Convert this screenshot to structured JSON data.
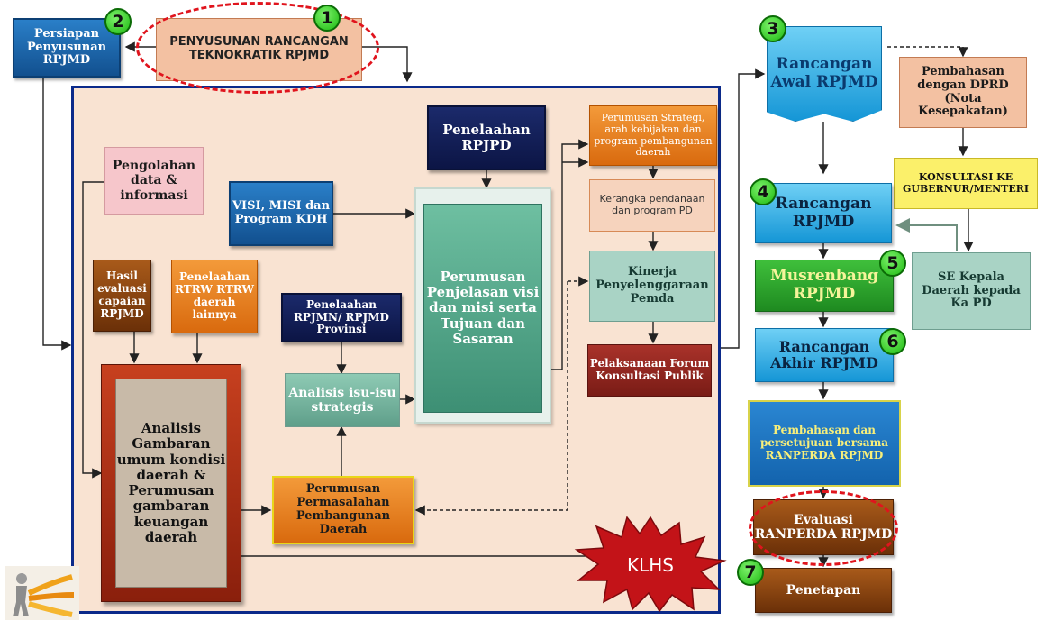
{
  "nodes": {
    "persiapan": "Persiapan Penyusunan RPJMD",
    "penyusunan": "PENYUSUNAN RANCANGAN TEKNOKRATIK RPJMD",
    "rancangan_awal": "Rancangan Awal RPJMD",
    "pembahasan_dprd": "Pembahasan dengan DPRD (Nota Kesepakatan)",
    "konsultasi": "KONSULTASI KE GUBERNUR/MENTERI",
    "rancangan": "Rancangan RPJMD",
    "se_kepala": "SE Kepala Daerah kepada Ka PD",
    "musrenbang": "Musrenbang RPJMD",
    "rancangan_akhir": "Rancangan Akhir RPJMD",
    "pembahasan_persetujuan": "Pembahasan dan persetujuan bersama RANPERDA RPJMD",
    "evaluasi": "Evaluasi RANPERDA RPJMD",
    "penetapan": "Penetapan",
    "pengolahan": "Pengolahan data & informasi",
    "visi_misi": "VISI, MISI dan Program KDH",
    "penelaahan_rpjpd": "Penelaahan RPJPD",
    "hasil_evaluasi": "Hasil evaluasi capaian RPJMD",
    "penelaahan_rtrw": "Penelaahan RTRW RTRW daerah lainnya",
    "penelaahan_rpjmn": "Penelaahan RPJMN/ RPJMD Provinsi",
    "analisis_gambaran": "Analisis Gambaran umum kondisi daerah & Perumusan gambaran keuangan daerah",
    "analisis_isu": "Analisis isu-isu strategis",
    "perumusan_penjelasan": "Perumusan Penjelasan visi dan misi serta Tujuan dan Sasaran",
    "perumusan_strategi": "Perumusan Strategi, arah kebijakan dan program pembangunan daerah",
    "kerangka": "Kerangka pendanaan dan program PD",
    "kinerja": "Kinerja Penyelenggaraan Pemda",
    "pelaksanaan_forum": "Pelaksanaan Forum Konsultasi Publik",
    "perumusan_permasalahan": "Perumusan Permasalahan Pembangunan Daerah",
    "klhs": "KLHS"
  },
  "steps": {
    "s1": "1",
    "s2": "2",
    "s3": "3",
    "s4": "4",
    "s5": "5",
    "s6": "6",
    "s7": "7"
  },
  "colors": {
    "panel_bg": "#f9e3d2",
    "panel_border": "#0b2a8a",
    "accent_red": "#e0141d",
    "step_green": "#27c01a"
  }
}
